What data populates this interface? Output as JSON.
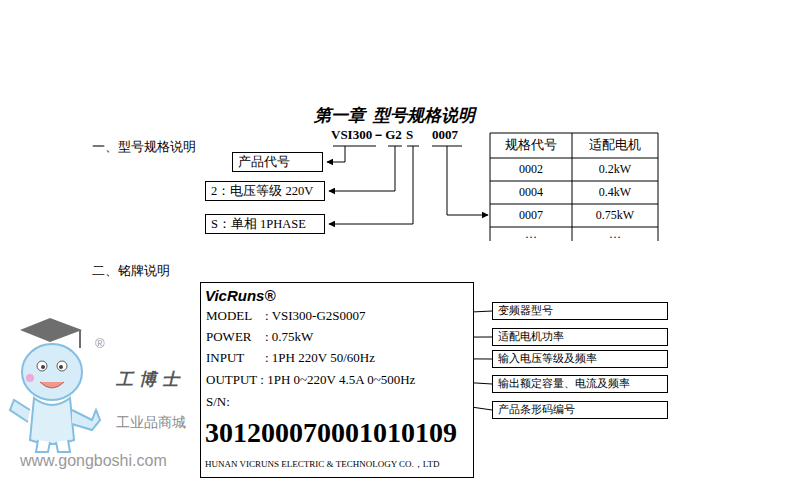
{
  "diagram": {
    "title": "第一章  型号规格说明",
    "nodes": [
      {
        "text": [
          "产品代号"
        ]
      },
      {
        "text": [
          "2：电压等级 220V"
        ]
      },
      {
        "text": [
          "S：单相 1PHASE"
        ]
      },
      {
        "text": [
          "VicRuns®",
          "MODEL",
          ": VSI300-G2S0007",
          "POWER",
          ": 0.75kW",
          "INPUT",
          ": 1PH 220V 50/60Hz",
          "OUTPUT : 1PH 0~220V 4.5A 0~500Hz",
          "S/N:",
          "301200070001010109",
          "HUNAN VICRUNS ELECTRIC & TECHNOLOGY CO.，LTD"
        ]
      },
      {
        "text": [
          "变频器型号"
        ]
      },
      {
        "text": [
          "适配电机功率"
        ]
      },
      {
        "text": [
          "输入电压等级及频率"
        ]
      },
      {
        "text": [
          "输出额定容量、电流及频率"
        ]
      },
      {
        "text": [
          "产品条形码编号"
        ]
      }
    ],
    "edges": [
      {
        "from": 3,
        "to": 4,
        "arrow": "none"
      },
      {
        "from": 3,
        "to": 5,
        "arrow": "none"
      },
      {
        "from": 3,
        "to": 6,
        "arrow": "none"
      },
      {
        "from": 3,
        "to": 7,
        "arrow": "none"
      },
      {
        "from": 3,
        "to": 8,
        "arrow": "none"
      }
    ],
    "labels": [
      "一、型号规格说明",
      "VSI300－G2",
      "S",
      "0007",
      "规格代号",
      "适配电机",
      "0002",
      "0.2kW",
      "0004",
      "0.4kW",
      "0007",
      "0.75kW",
      "…",
      "…",
      "二、铭牌说明",
      "®",
      "工博士",
      "工业品商城",
      "www.gongboshi.com"
    ]
  }
}
